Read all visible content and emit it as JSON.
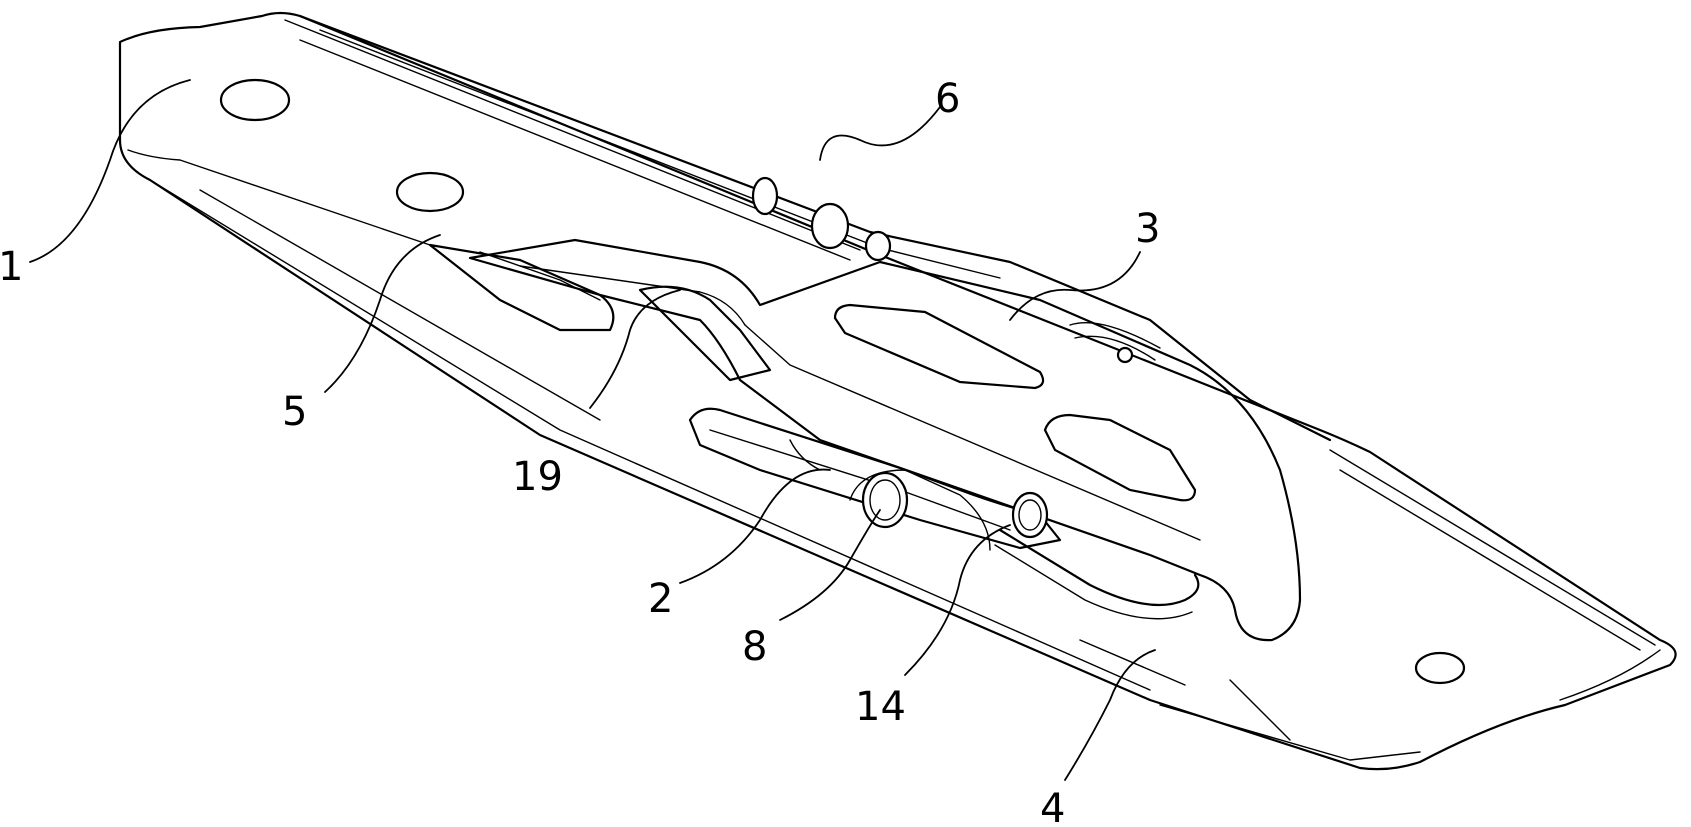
{
  "callouts": [
    {
      "id": "c1",
      "text": "1"
    },
    {
      "id": "c6",
      "text": "6"
    },
    {
      "id": "c3",
      "text": "3"
    },
    {
      "id": "c5",
      "text": "5"
    },
    {
      "id": "c19",
      "text": "19"
    },
    {
      "id": "c2",
      "text": "2"
    },
    {
      "id": "c8",
      "text": "8"
    },
    {
      "id": "c14",
      "text": "14"
    },
    {
      "id": "c4",
      "text": "4"
    }
  ],
  "colors": {
    "line": "#000000",
    "background": "#ffffff"
  }
}
